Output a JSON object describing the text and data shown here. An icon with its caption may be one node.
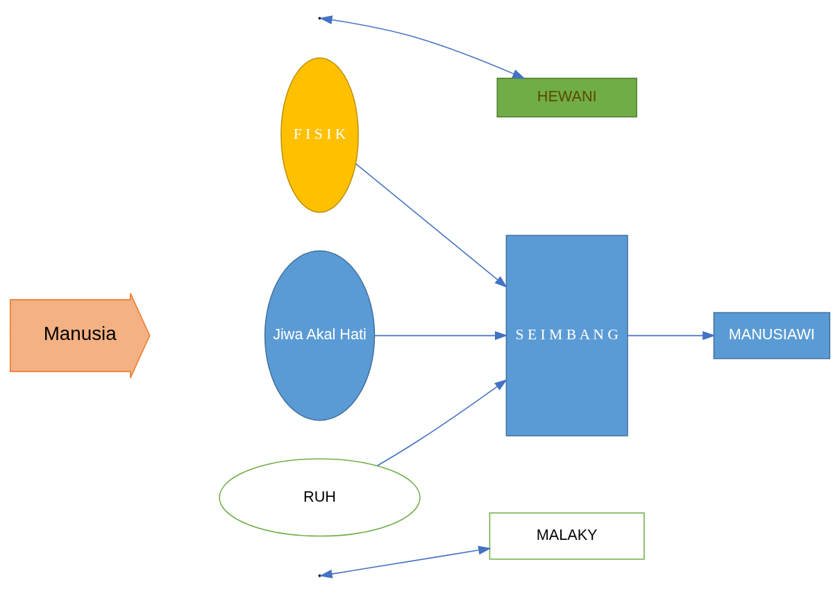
{
  "diagram": {
    "nodes": [
      {
        "text": [
          "F I S I K"
        ]
      },
      {
        "text": [
          "Jiwa Akal Hati"
        ]
      },
      {
        "text": [
          "Manusia"
        ]
      },
      {
        "text": [
          "HEWANI"
        ]
      },
      {
        "text": [
          "S E I M B A N G"
        ]
      },
      {
        "text": [
          "MANUSIAWI"
        ]
      },
      {
        "text": [
          "RUH"
        ]
      },
      {
        "text": [
          "MALAKY"
        ]
      }
    ],
    "edges": [
      {
        "from": 0,
        "to": 4,
        "arrow": "to"
      },
      {
        "from": 3,
        "to": null,
        "arrow": "both"
      },
      {
        "from": 1,
        "to": 4,
        "arrow": "to"
      },
      {
        "from": 4,
        "to": 5,
        "arrow": "to"
      },
      {
        "from": 6,
        "to": 4,
        "arrow": "to"
      },
      {
        "from": 7,
        "to": null,
        "arrow": "both"
      }
    ]
  }
}
